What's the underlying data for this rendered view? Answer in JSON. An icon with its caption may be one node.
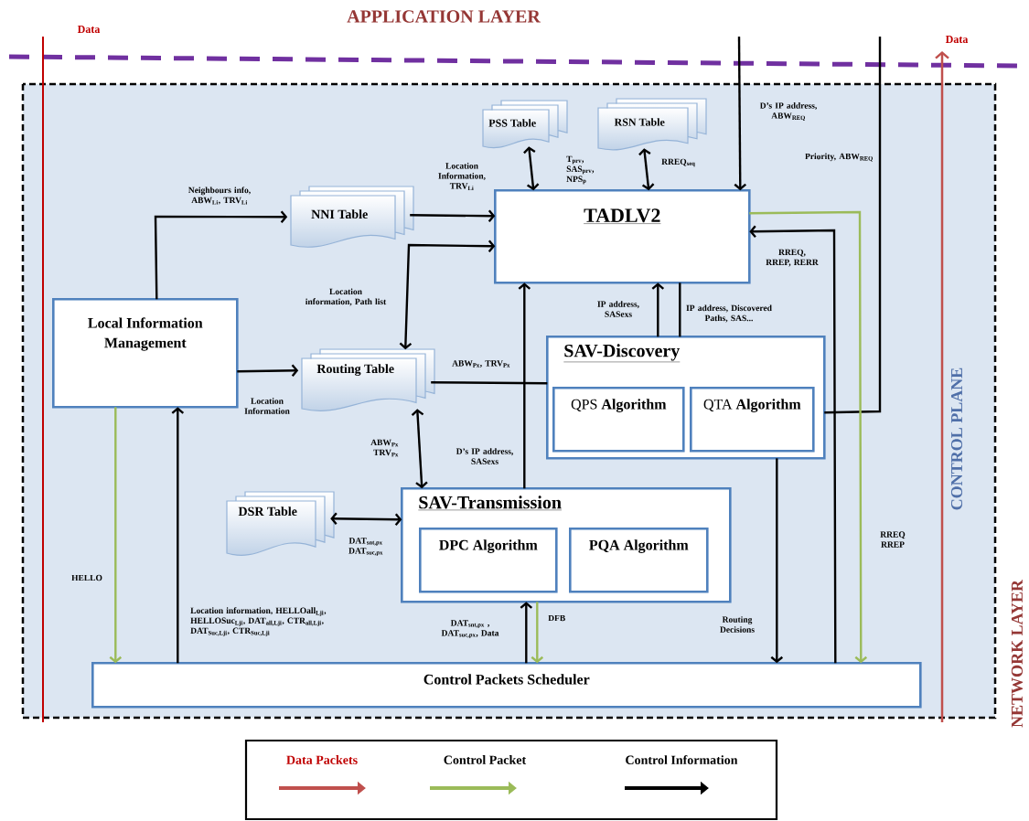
{
  "diagram": {
    "nodes": [
      {
        "text": [
          "NNI Table"
        ]
      },
      {
        "text": [
          "PSS Table"
        ]
      },
      {
        "text": [
          "RSN Table"
        ]
      },
      {
        "text": [
          "TADLV2"
        ]
      },
      {
        "text": [
          "Local Information Management"
        ]
      },
      {
        "text": [
          "Routing Table"
        ]
      },
      {
        "text": [
          "SAV-Discovery"
        ]
      },
      {
        "text": [
          "QPS **Algorithm**"
        ],
        "in": 6
      },
      {
        "text": [
          "QTA **Algorithm**"
        ],
        "in": 6
      },
      {
        "text": [
          "DSR Table"
        ]
      },
      {
        "text": [
          "SAV-Transmission"
        ]
      },
      {
        "text": [
          "DPC Algorithm"
        ],
        "in": 10
      },
      {
        "text": [
          "PQA Algorithm"
        ],
        "in": 10
      },
      {
        "text": [
          "Control Packets Scheduler"
        ]
      }
    ],
    "edges": [
      {
        "from": 4,
        "to": 0,
        "arrow": "to",
        "label": "Neighbours info, ABW$_{Li}$, TRV$_{Li}$"
      },
      {
        "from": 0,
        "to": 3,
        "arrow": "to",
        "label": "Location Information, TRV$_{Li}$"
      },
      {
        "from": 3,
        "to": 5,
        "arrow": "both",
        "label": "Location information, Path list"
      },
      {
        "from": 1,
        "to": 3,
        "arrow": "both",
        "label": "T$_{prv}$, SAS$_{prv}$, NPS$_{p}$"
      },
      {
        "from": 2,
        "to": 3,
        "arrow": "both",
        "label": "RREQ$_{seq}$"
      },
      {
        "from": null,
        "to": 3,
        "arrow": "to",
        "label": "D’s IP address, ABW$_{REQ}$"
      },
      {
        "from": 6,
        "to": null,
        "arrow": "none",
        "label": "Priority, ABW$_{REQ}$"
      },
      {
        "from": 13,
        "to": 3,
        "arrow": "to",
        "label": "RREQ, RREP, RERR"
      },
      {
        "from": 3,
        "to": 13,
        "arrow": "to",
        "label": "RREQ RREP",
        "color": "#9bbb59"
      },
      {
        "from": 4,
        "to": 5,
        "arrow": "to",
        "label": "Location Information"
      },
      {
        "from": 5,
        "to": 6,
        "arrow": "none",
        "label": "ABW$_{Px}$, TRV$_{Px}$"
      },
      {
        "from": 5,
        "to": 10,
        "arrow": "both",
        "label": "ABW$_{Px}$ TRV$_{Px}$"
      },
      {
        "from": 10,
        "to": 3,
        "arrow": "to",
        "label": "D’s IP address, SASexs"
      },
      {
        "from": 6,
        "to": 3,
        "arrow": "to",
        "label": "IP address, SASexs"
      },
      {
        "from": 6,
        "to": 3,
        "arrow": "none",
        "label": "IP address, Discovered Paths, SAS..."
      },
      {
        "from": 9,
        "to": 10,
        "arrow": "both",
        "label": "DAT$_{snt,px}$ DAT$_{suc,px}$"
      },
      {
        "from": 4,
        "to": 13,
        "arrow": "to",
        "label": "HELLO",
        "color": "#9bbb59"
      },
      {
        "from": 13,
        "to": 4,
        "arrow": "to",
        "label": "Location information, HELLOall$_{Lji}$, HELLOSuc$_{Lji}$, DAT$_{all,Lji}$, CTR$_{all,Lji}$, DAT$_{Suc,Lji}$, CTR$_{Suc,Lji}$"
      },
      {
        "from": 13,
        "to": 10,
        "arrow": "to",
        "label": "DAT$_{snt,px}$ , DAT$_{suc,px}$, Data"
      },
      {
        "from": 10,
        "to": 13,
        "arrow": "to",
        "label": "DFB",
        "color": "#9bbb59"
      },
      {
        "from": 6,
        "to": 13,
        "arrow": "to",
        "label": "Routing Decisions"
      }
    ],
    "labels": [
      "APPLICATION LAYER",
      "Data",
      "Data",
      "CONTROL PLANE",
      "NETWORK LAYER"
    ],
    "legend": [
      {
        "text": "Data Packets",
        "color": "#c0504d"
      },
      {
        "text": "Control Packet",
        "color": "#9bbb59"
      },
      {
        "text": "Control Information",
        "color": "#000000"
      }
    ]
  }
}
